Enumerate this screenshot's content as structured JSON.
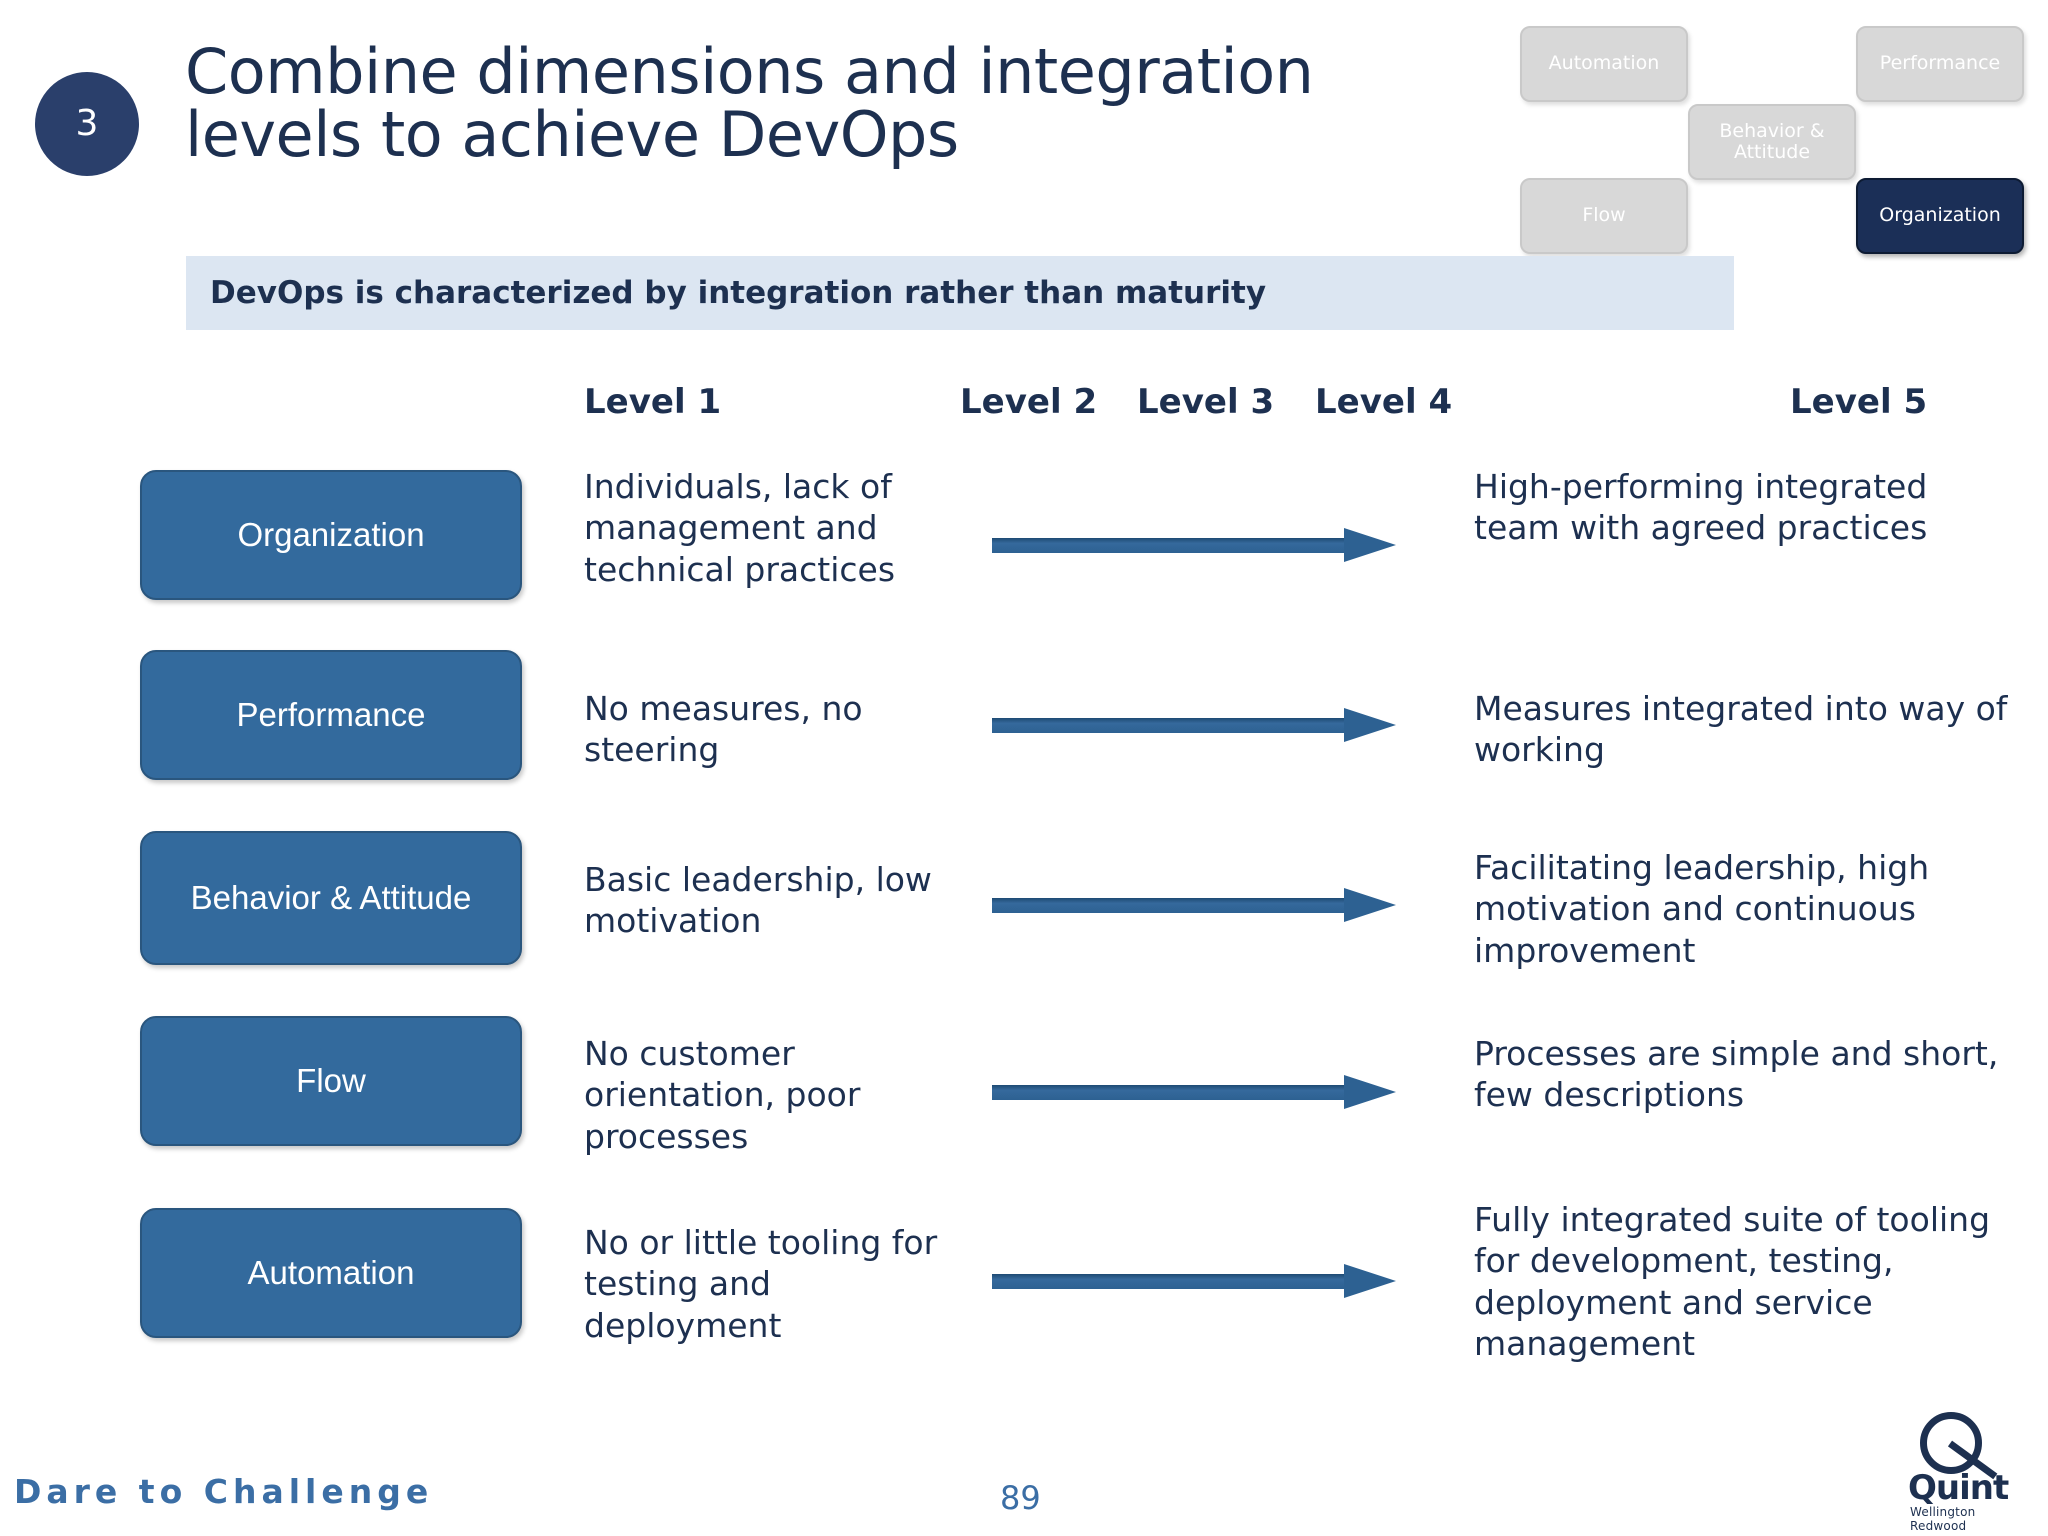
{
  "header": {
    "slide_number": "3",
    "title_line_1": "Combine dimensions and integration",
    "title_line_2": "levels to achieve DevOps",
    "title_color": "#1d3050",
    "badge_color": "#2a3f6b"
  },
  "dimension_nav": {
    "chips": [
      {
        "label": "Automation",
        "state": "inactive"
      },
      {
        "label": "Performance",
        "state": "inactive"
      },
      {
        "label": "Behavior &\nAttitude",
        "state": "inactive"
      },
      {
        "label": "Flow",
        "state": "inactive"
      },
      {
        "label": "Organization",
        "state": "active"
      }
    ],
    "inactive_color": "#d8d8d8",
    "active_color": "#1b2f57"
  },
  "subtitle": {
    "text": "DevOps is characterized by integration rather than maturity",
    "background": "#dce6f2",
    "text_color": "#1d3050"
  },
  "levels": [
    {
      "label": "Level 1"
    },
    {
      "label": "Level 2"
    },
    {
      "label": "Level 3"
    },
    {
      "label": "Level 4"
    },
    {
      "label": "Level 5"
    }
  ],
  "matrix": {
    "box_color": "#336a9d",
    "arrow_color": "#2d6192",
    "rows": [
      {
        "dimension": "Organization",
        "level1": "Individuals, lack of management and technical practices",
        "level5": "High-performing integrated team with agreed practices"
      },
      {
        "dimension": "Performance",
        "level1": "No measures, no steering",
        "level5": "Measures integrated into way of working"
      },
      {
        "dimension": "Behavior & Attitude",
        "level1": "Basic leadership, low motivation",
        "level5": "Facilitating leadership, high motivation and continuous improvement"
      },
      {
        "dimension": "Flow",
        "level1": "No customer orientation, poor processes",
        "level5": "Processes are simple and short, few descriptions"
      },
      {
        "dimension": "Automation",
        "level1": "No or little tooling for testing and deployment",
        "level5": "Fully integrated suite of tooling for development, testing, deployment and service management"
      }
    ]
  },
  "footer": {
    "tagline": "Dare to Challenge",
    "page_number": "89",
    "logo_name": "Quint",
    "logo_subtitle": "Wellington Redwood",
    "accent_color": "#3b6ea5"
  }
}
